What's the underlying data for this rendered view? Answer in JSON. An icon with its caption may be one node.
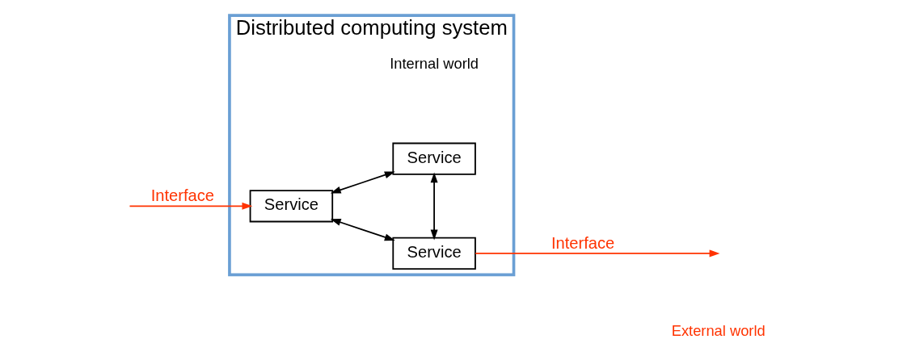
{
  "diagram": {
    "nodes": [
      {
        "text": [
          "Distributed computing system"
        ]
      },
      {
        "text": [
          "Service"
        ],
        "in": 0
      },
      {
        "text": [
          "Service"
        ],
        "in": 0
      },
      {
        "text": [
          "Service"
        ],
        "in": 0
      }
    ],
    "edges": [
      {
        "from": null,
        "to": 1,
        "arrow": "to",
        "label": "Interface",
        "color": "#ff3300"
      },
      {
        "from": 1,
        "to": 2,
        "arrow": "both"
      },
      {
        "from": 1,
        "to": 3,
        "arrow": "both"
      },
      {
        "from": 2,
        "to": 3,
        "arrow": "both"
      },
      {
        "from": 2,
        "to": null,
        "arrow": "to",
        "label": "Interface",
        "color": "#ff3300"
      }
    ],
    "labels": [
      "Internal world",
      "External world"
    ]
  }
}
